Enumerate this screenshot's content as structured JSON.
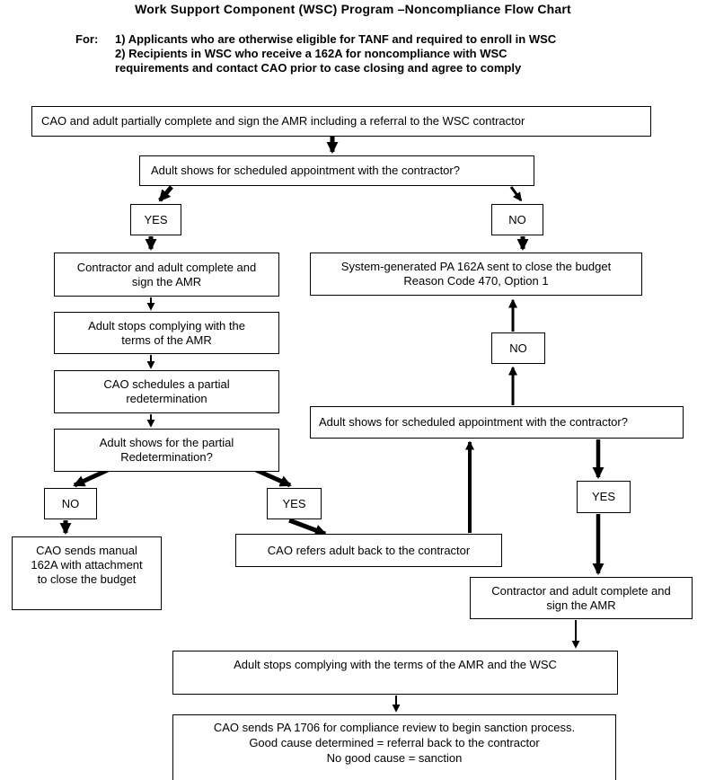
{
  "colors": {
    "ink": "#000000",
    "paper": "#ffffff"
  },
  "header": {
    "title": "Work Support Component (WSC) Program –Noncompliance Flow Chart",
    "for_label": "For:",
    "for_lines": [
      "1) Applicants who are otherwise eligible for TANF and required to enroll in WSC",
      "2) Recipients in WSC who receive a 162A for noncompliance with WSC",
      "requirements and contact CAO prior to case closing and agree to comply"
    ]
  },
  "nodes": {
    "start": {
      "lines": [
        "CAO and adult partially complete and sign the AMR including a referral to the WSC contractor"
      ]
    },
    "q_appointment_1": {
      "lines": [
        "Adult shows for scheduled appointment with the contractor?"
      ]
    },
    "yes_1": {
      "lines": [
        "YES"
      ]
    },
    "no_1": {
      "lines": [
        "NO"
      ]
    },
    "complete_amr_1": {
      "lines": [
        "Contractor and adult complete and",
        "sign the AMR"
      ]
    },
    "system_162a": {
      "lines": [
        "System-generated PA 162A sent to close the budget",
        "Reason Code 470, Option 1"
      ]
    },
    "stops_complying_1": {
      "lines": [
        "Adult stops complying with the",
        "terms of the AMR"
      ]
    },
    "schedule_redet": {
      "lines": [
        "CAO schedules a partial",
        "redetermination"
      ]
    },
    "q_partial_redet": {
      "lines": [
        "Adult shows for the partial",
        "Redetermination?"
      ]
    },
    "no_2": {
      "lines": [
        "NO"
      ]
    },
    "yes_2": {
      "lines": [
        "YES"
      ]
    },
    "manual_162a": {
      "lines": [
        "CAO sends manual",
        "162A with attachment",
        "to close the budget"
      ]
    },
    "refers_back": {
      "lines": [
        "CAO refers adult back to the contractor"
      ]
    },
    "no_3": {
      "lines": [
        "NO"
      ]
    },
    "q_appointment_2": {
      "lines": [
        "Adult shows for scheduled appointment with the contractor?"
      ]
    },
    "yes_3": {
      "lines": [
        "YES"
      ]
    },
    "complete_amr_2": {
      "lines": [
        "Contractor and adult complete and",
        "sign the AMR"
      ]
    },
    "stops_complying_2": {
      "lines": [
        "Adult stops complying with the terms of the AMR and the WSC"
      ]
    },
    "sanction": {
      "lines": [
        "CAO sends PA 1706 for compliance review to begin sanction process.",
        "Good cause determined = referral back to the contractor",
        "No good cause = sanction"
      ]
    }
  }
}
